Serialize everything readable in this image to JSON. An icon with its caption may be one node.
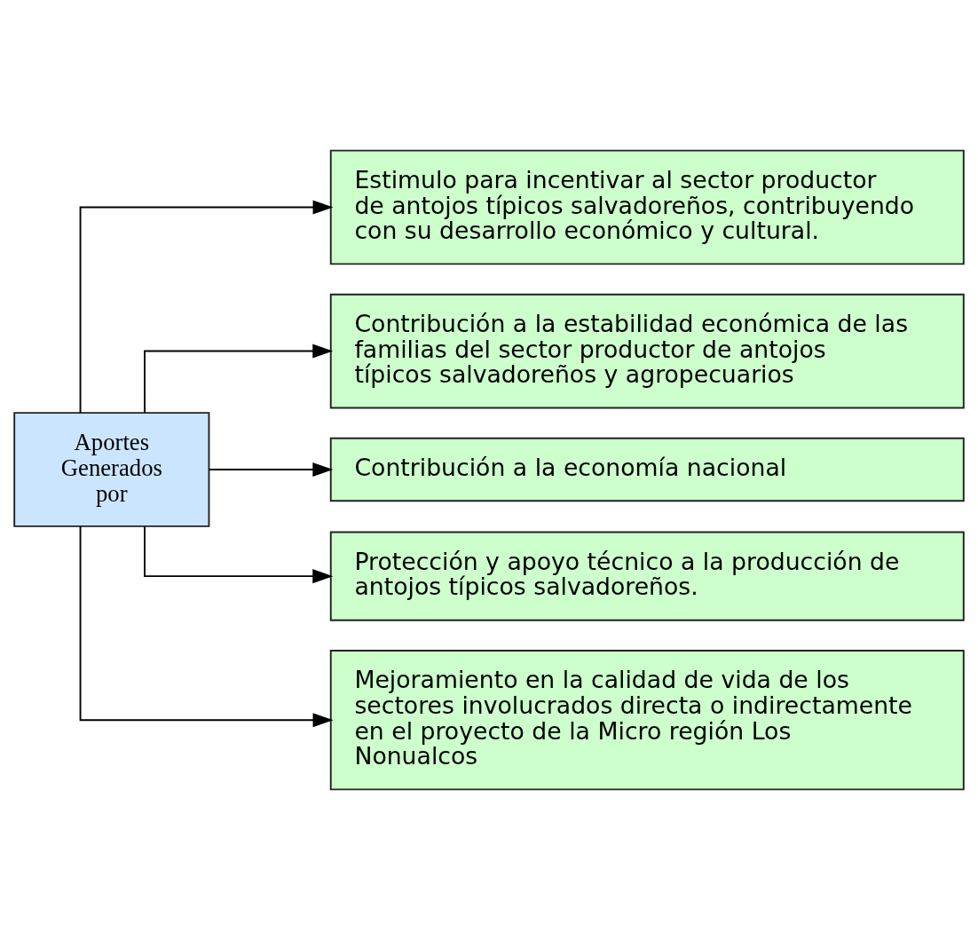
{
  "diagram": {
    "nodes": [
      {
        "text": [
          "Aportes Generados por"
        ]
      },
      {
        "text": [
          "Estimulo para incentivar al sector productor de antojos típicos salvadoreños, contribuyendo con su desarrollo económico y cultural."
        ]
      },
      {
        "text": [
          "Contribución a la estabilidad económica de las familias del sector productor de antojos típicos salvadoreños y agropecuarios"
        ]
      },
      {
        "text": [
          "Contribución a la economía nacional"
        ]
      },
      {
        "text": [
          "Protección y apoyo técnico a la producción de antojos típicos salvadoreños."
        ]
      },
      {
        "text": [
          "Mejoramiento en la calidad de vida de los sectores involucrados directa o indirectamente en el proyecto de la Micro región Los Nonualcos"
        ]
      }
    ],
    "edges": [
      {
        "from": 0,
        "to": 1,
        "arrow": "to"
      },
      {
        "from": 0,
        "to": 2,
        "arrow": "to"
      },
      {
        "from": 0,
        "to": 3,
        "arrow": "to"
      },
      {
        "from": 0,
        "to": 4,
        "arrow": "to"
      },
      {
        "from": 0,
        "to": 5,
        "arrow": "to"
      }
    ]
  }
}
